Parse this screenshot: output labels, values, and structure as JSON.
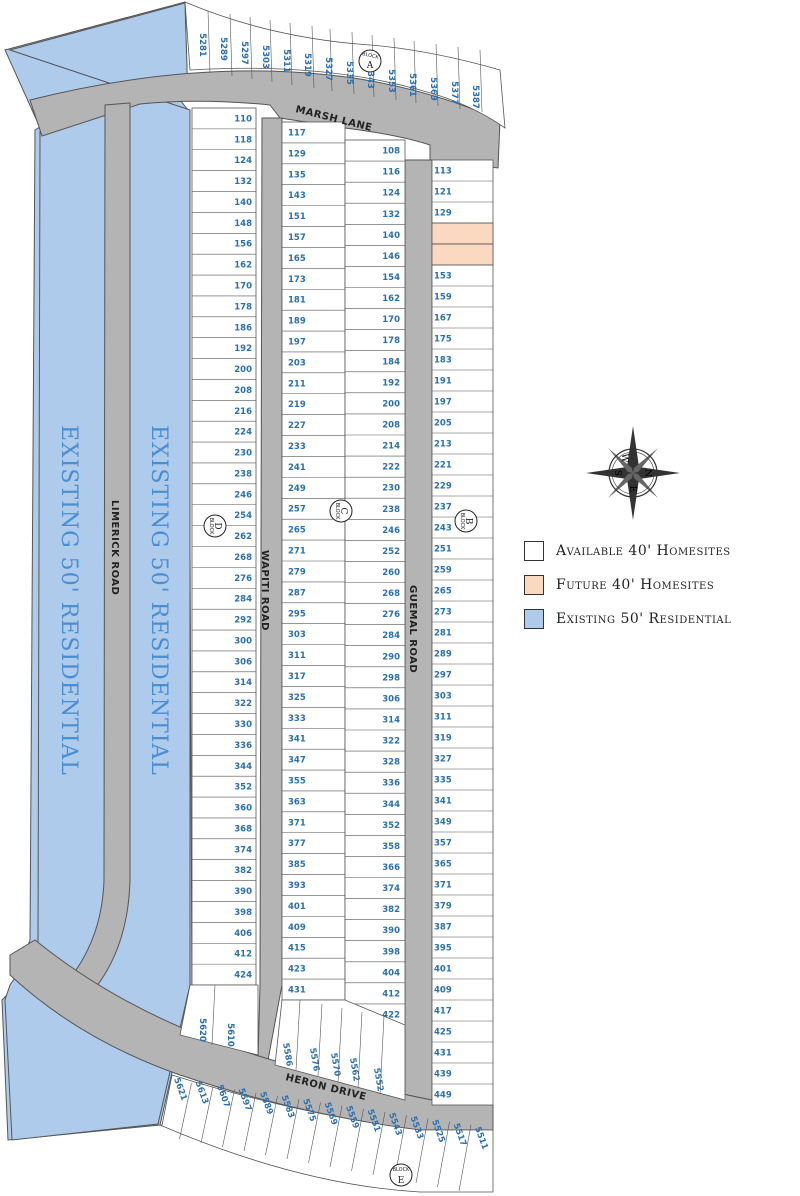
{
  "colors": {
    "existing": "#aecbeb",
    "existing_stroke": "#555555",
    "road": "#b4b4b4",
    "future": "#fbd9c0",
    "lot_number": "#2a6fb0",
    "lot_line": "#555555"
  },
  "roads": {
    "marsh": "MARSH LANE",
    "heron": "HERON DRIVE",
    "limerick": "LIMERICK ROAD",
    "wapiti": "WAPITI ROAD",
    "guemal": "GUEMAL ROAD"
  },
  "areas": {
    "left": "EXISTING 50' RESIDENTIAL",
    "right": "EXISTING 50' RESIDENTIAL"
  },
  "blocks": {
    "caption": "BLOCK",
    "a": "A",
    "b": "B",
    "c": "C",
    "d": "D",
    "e": "E"
  },
  "compass": {
    "n": "N",
    "s": "S",
    "e": "E",
    "w": "W"
  },
  "legend": {
    "available": "Available 40' Homesites",
    "future": "Future 40' Homesites",
    "existing": "Existing 50' Residential"
  },
  "lots": {
    "block_d": [
      "110",
      "118",
      "124",
      "132",
      "140",
      "148",
      "156",
      "162",
      "170",
      "178",
      "186",
      "192",
      "200",
      "208",
      "216",
      "224",
      "230",
      "238",
      "246",
      "254",
      "262",
      "268",
      "276",
      "284",
      "292",
      "300",
      "306",
      "314",
      "322",
      "330",
      "336",
      "344",
      "352",
      "360",
      "368",
      "374",
      "382",
      "390",
      "398",
      "406",
      "412",
      "424"
    ],
    "block_c_west": [
      "117",
      "129",
      "135",
      "143",
      "151",
      "157",
      "165",
      "173",
      "181",
      "189",
      "197",
      "203",
      "211",
      "219",
      "227",
      "233",
      "241",
      "249",
      "257",
      "265",
      "271",
      "279",
      "287",
      "295",
      "303",
      "311",
      "317",
      "325",
      "333",
      "341",
      "347",
      "355",
      "363",
      "371",
      "377",
      "385",
      "393",
      "401",
      "409",
      "415",
      "423",
      "431"
    ],
    "block_c_east": [
      "108",
      "116",
      "124",
      "132",
      "140",
      "146",
      "154",
      "162",
      "170",
      "178",
      "184",
      "192",
      "200",
      "208",
      "214",
      "222",
      "230",
      "238",
      "246",
      "252",
      "260",
      "268",
      "276",
      "284",
      "290",
      "298",
      "306",
      "314",
      "322",
      "328",
      "336",
      "344",
      "352",
      "358",
      "366",
      "374",
      "382",
      "390",
      "398",
      "404",
      "412",
      "422"
    ],
    "block_b": [
      "113",
      "121",
      "129",
      "",
      "",
      "153",
      "159",
      "167",
      "175",
      "183",
      "191",
      "197",
      "205",
      "213",
      "221",
      "229",
      "237",
      "243",
      "251",
      "259",
      "265",
      "273",
      "281",
      "289",
      "297",
      "303",
      "311",
      "319",
      "327",
      "335",
      "341",
      "349",
      "357",
      "365",
      "371",
      "379",
      "387",
      "395",
      "401",
      "409",
      "417",
      "425",
      "431",
      "439",
      "449"
    ],
    "block_a": [
      "5281",
      "5289",
      "5297",
      "5303",
      "5311",
      "5319",
      "5327",
      "5335",
      "5343",
      "5353",
      "5361",
      "5369",
      "5377",
      "5387"
    ],
    "block_e": [
      "5621",
      "5613",
      "5607",
      "5597",
      "5589",
      "5583",
      "5575",
      "5569",
      "5559",
      "5551",
      "5543",
      "5533",
      "5525",
      "5517",
      "5511"
    ],
    "wapiti_bottom": [
      "5620",
      "5610"
    ],
    "guemal_bottom": [
      "5586",
      "5576",
      "5570",
      "5562",
      "5552"
    ]
  }
}
